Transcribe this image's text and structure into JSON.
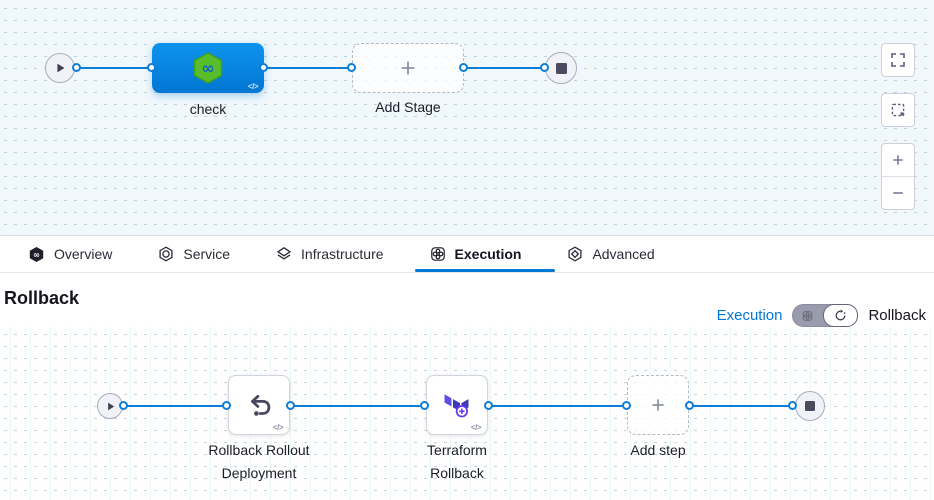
{
  "stage_canvas": {
    "stage_label": "check",
    "add_stage_label": "Add Stage",
    "code_glyph": "</>"
  },
  "tabs": [
    {
      "label": "Overview",
      "icon": "harness-overview-icon",
      "active": false
    },
    {
      "label": "Service",
      "icon": "service-icon",
      "active": false
    },
    {
      "label": "Infrastructure",
      "icon": "infrastructure-icon",
      "active": false
    },
    {
      "label": "Execution",
      "icon": "execution-icon",
      "active": true
    },
    {
      "label": "Advanced",
      "icon": "advanced-icon",
      "active": false
    }
  ],
  "rollback_section": {
    "title": "Rollback",
    "toggle": {
      "execution_label": "Execution",
      "rollback_label": "Rollback",
      "state": "rollback"
    }
  },
  "rollback_canvas": {
    "steps": [
      {
        "label_line1": "Rollback Rollout",
        "label_line2": "Deployment",
        "icon": "undo-icon"
      },
      {
        "label_line1": "Terraform",
        "label_line2": "Rollback",
        "icon": "terraform-icon"
      }
    ],
    "add_step_label": "Add step",
    "code_glyph": "</>"
  },
  "colors": {
    "accent_blue": "#0278d5",
    "stage_node_blue": "#0b8ce4",
    "harness_green": "#57bd2a",
    "terraform_purple": "#4038b8",
    "canvas_top_bg": "#f0f8fc",
    "node_border": "#d0d2dd"
  }
}
